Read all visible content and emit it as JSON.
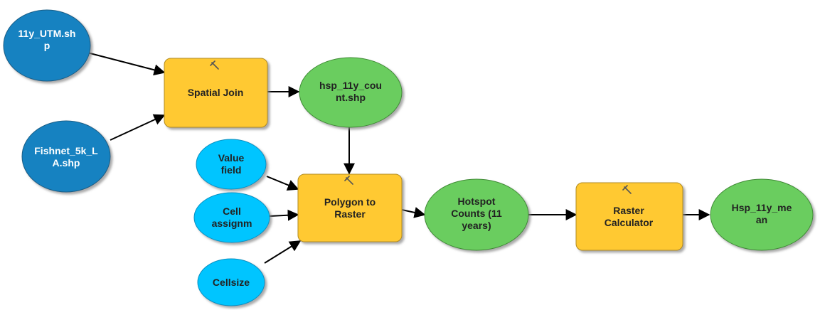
{
  "diagram": {
    "nodes": {
      "utm_shp": {
        "line1": "11y_UTM.sh",
        "line2": "p"
      },
      "fishnet_shp": {
        "line1": "Fishnet_5k_L",
        "line2": "A.shp"
      },
      "spatial_join": {
        "line1": "Spatial Join"
      },
      "hsp_count_shp": {
        "line1": "hsp_11y_cou",
        "line2": "nt.shp"
      },
      "value_field": {
        "line1": "Value",
        "line2": "field"
      },
      "cell_assign": {
        "line1": "Cell",
        "line2": "assignm"
      },
      "cellsize": {
        "line1": "Cellsize"
      },
      "poly_to_raster": {
        "line1": "Polygon to",
        "line2": "Raster"
      },
      "hotspot_counts": {
        "line1": "Hotspot",
        "line2": "Counts (11",
        "line3": "years)"
      },
      "raster_calc": {
        "line1": "Raster",
        "line2": "Calculator"
      },
      "hsp_mean": {
        "line1": "Hsp_11y_me",
        "line2": "an"
      }
    },
    "colors": {
      "input_dataset": "#1482c1",
      "variable": "#00c5ff",
      "tool": "#ffc930",
      "derived_data": "#6bcd5f",
      "connector": "#000000"
    },
    "icons": {
      "tool": "hammer-icon"
    }
  }
}
